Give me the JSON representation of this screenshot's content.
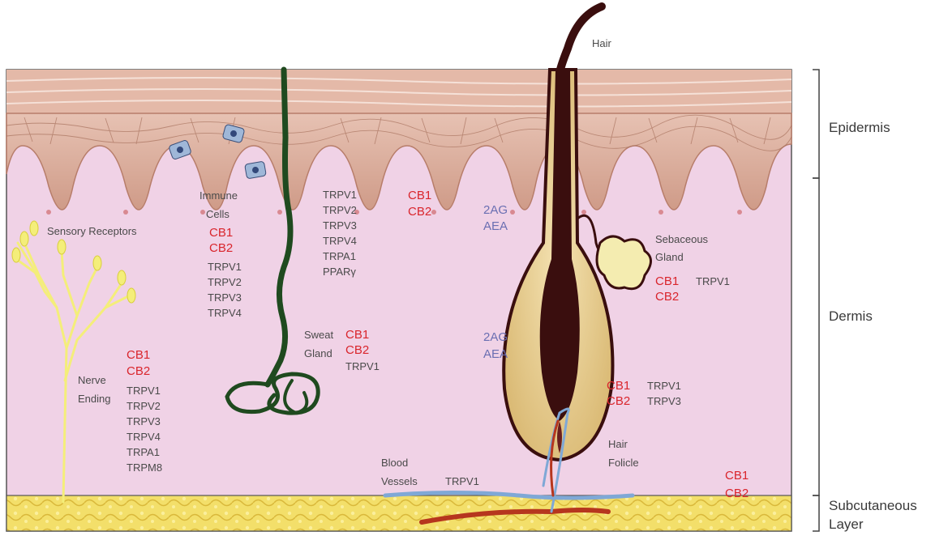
{
  "labels": {
    "hair": "Hair",
    "epidermis": "Epidermis",
    "dermis": "Dermis",
    "subcutaneous_line1": "Subcutaneous",
    "subcutaneous_line2": "Layer",
    "sensory_receptors": "Sensory Receptors",
    "immune_cells_line1": "Immune",
    "immune_cells_line2": "Cells",
    "sweat_gland_line1": "Sweat",
    "sweat_gland_line2": "Gland",
    "nerve_ending_line1": "Nerve",
    "nerve_ending_line2": "Ending",
    "blood_vessels_line1": "Blood",
    "blood_vessels_line2": "Vessels",
    "hair_follicle_line1": "Hair",
    "hair_follicle_line2": "Folicle",
    "sebaceous_gland_line1": "Sebaceous",
    "sebaceous_gland_line2": "Gland"
  },
  "receptor_groups": {
    "immune": {
      "cb": [
        "CB1",
        "CB2"
      ],
      "trp": [
        "TRPV1",
        "TRPV2",
        "TRPV3",
        "TRPV4"
      ]
    },
    "epidermis_mid": {
      "trp": [
        "TRPV1",
        "TRPV2",
        "TRPV3",
        "TRPV4",
        "TRPA1",
        "PPARγ"
      ]
    },
    "epidermis_cb": {
      "cb": [
        "CB1",
        "CB2"
      ]
    },
    "epidermis_ligands": {
      "ligands": [
        "2AG",
        "AEA"
      ]
    },
    "sweat": {
      "cb": [
        "CB1",
        "CB2"
      ],
      "trp": [
        "TRPV1"
      ]
    },
    "nerve": {
      "cb": [
        "CB1",
        "CB2"
      ],
      "trp": [
        "TRPV1",
        "TRPV2",
        "TRPV3",
        "TRPV4",
        "TRPA1",
        "TRPM8"
      ]
    },
    "sebaceous": {
      "cb": [
        "CB1",
        "CB2"
      ],
      "trp": [
        "TRPV1"
      ]
    },
    "follicle_ligands": {
      "ligands": [
        "2AG",
        "AEA"
      ]
    },
    "follicle": {
      "cb": [
        "CB1",
        "CB2"
      ],
      "trp": [
        "TRPV1",
        "TRPV3"
      ]
    },
    "blood": {
      "trp": [
        "TRPV1"
      ]
    },
    "subcutaneous": {
      "cb": [
        "CB1",
        "CB2"
      ]
    }
  },
  "colors": {
    "cb_red": "#d9252c",
    "ligand_blue": "#6a6fb2",
    "dermis_pink": "#f0d2e6",
    "epidermis_tan": "#d9ab98",
    "sweat_green": "#1f4a1f",
    "hair_dark": "#3a0e0e",
    "nerve_yellow": "#f4ee7a",
    "fat_yellow": "#f3df6a"
  }
}
